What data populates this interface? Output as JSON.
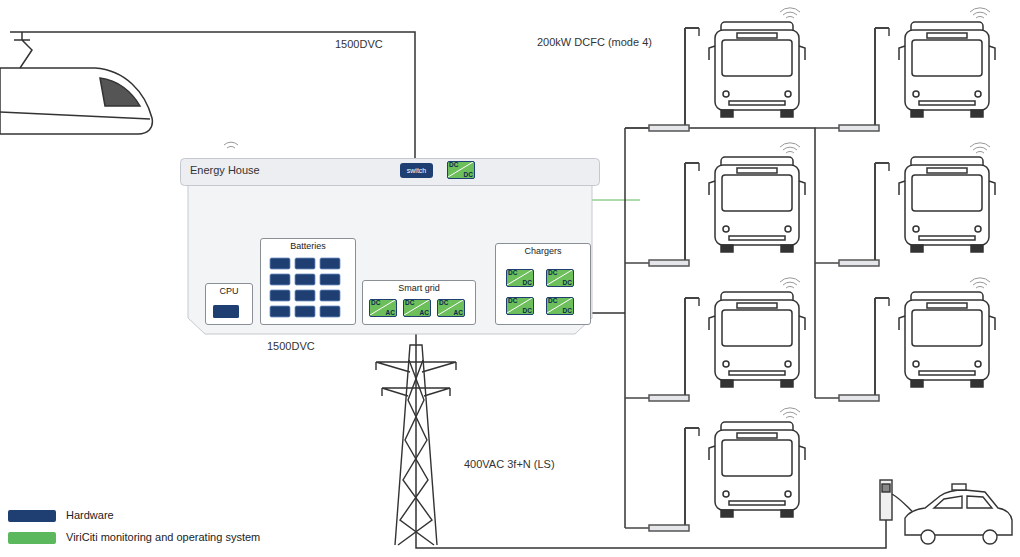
{
  "diagram": {
    "nodes": [
      {
        "text": [
          "Energy House"
        ]
      },
      {
        "text": [
          "switch"
        ],
        "in": 0
      },
      {
        "text": [
          "DC",
          "DC"
        ],
        "in": 0
      },
      {
        "text": [
          "CPU"
        ],
        "in": 0
      },
      {
        "text": [
          "Batteries"
        ],
        "in": 0
      },
      {
        "text": [
          "Smart grid"
        ],
        "in": 0
      },
      {
        "text": [
          "DC",
          "AC"
        ],
        "in": 5
      },
      {
        "text": [
          "DC",
          "AC"
        ],
        "in": 5
      },
      {
        "text": [
          "DC",
          "AC"
        ],
        "in": 5
      },
      {
        "text": [
          "Chargers"
        ],
        "in": 0
      },
      {
        "text": [
          "DC",
          "DC"
        ],
        "in": 9
      },
      {
        "text": [
          "DC",
          "DC"
        ],
        "in": 9
      },
      {
        "text": [
          "DC",
          "DC"
        ],
        "in": 9
      },
      {
        "text": [
          "DC",
          "DC"
        ],
        "in": 9
      }
    ],
    "edges": [
      {
        "from": 1,
        "to": 4,
        "arrow": "both"
      },
      {
        "from": 1,
        "to": 5,
        "arrow": "both"
      },
      {
        "from": 1,
        "to": 9,
        "arrow": "to"
      },
      {
        "from": 3,
        "to": 2,
        "arrow": "both"
      }
    ],
    "labels": [
      "1500DVC",
      "200kW DCFC (mode 4)",
      "1500DVC",
      "400VAC 3f+N (LS)"
    ],
    "legend": [
      {
        "text": "Hardware",
        "color": "#1f3f73"
      },
      {
        "text": "ViriCiti monitoring and operating system",
        "color": "#5cb85c"
      }
    ]
  }
}
